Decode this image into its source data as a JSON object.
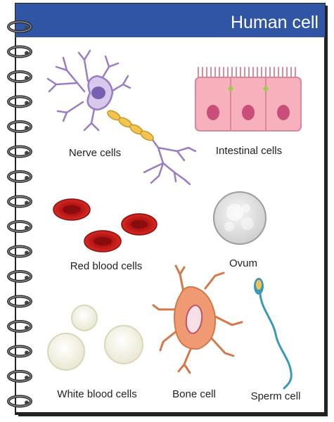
{
  "header": {
    "title": "Human cell",
    "bar_color": "#2f55a4"
  },
  "cells": {
    "nerve": {
      "label": "Nerve cells",
      "icon": "nerve-cell-icon",
      "color": "#b59ad6"
    },
    "intestinal": {
      "label": "Intestinal cells",
      "icon": "intestinal-cell-icon",
      "color": "#f6b1bd"
    },
    "red_blood": {
      "label": "Red blood cells",
      "icon": "red-blood-cell-icon",
      "color": "#c81d1d"
    },
    "ovum": {
      "label": "Ovum",
      "icon": "ovum-icon",
      "color": "#e3e3e3"
    },
    "white_blood": {
      "label": "White blood cells",
      "icon": "white-blood-cell-icon",
      "color": "#f2f2e6"
    },
    "bone": {
      "label": "Bone cell",
      "icon": "bone-cell-icon",
      "color": "#ef9a73"
    },
    "sperm": {
      "label": "Sperm cell",
      "icon": "sperm-cell-icon",
      "color": "#3a99b8"
    }
  }
}
